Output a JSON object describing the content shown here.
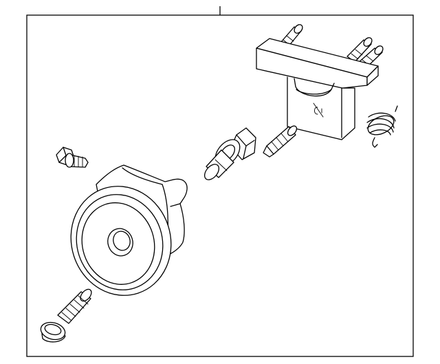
{
  "diagram": {
    "parts": [
      {
        "name": "fog-lamp-housing"
      },
      {
        "name": "mounting-bracket"
      },
      {
        "name": "bulb-socket"
      },
      {
        "name": "bulb"
      },
      {
        "name": "adjusting-screw"
      },
      {
        "name": "screw"
      },
      {
        "name": "spring"
      }
    ],
    "colors": {
      "line": "#000000",
      "fill": "#ffffff",
      "background": "#ffffff"
    }
  }
}
